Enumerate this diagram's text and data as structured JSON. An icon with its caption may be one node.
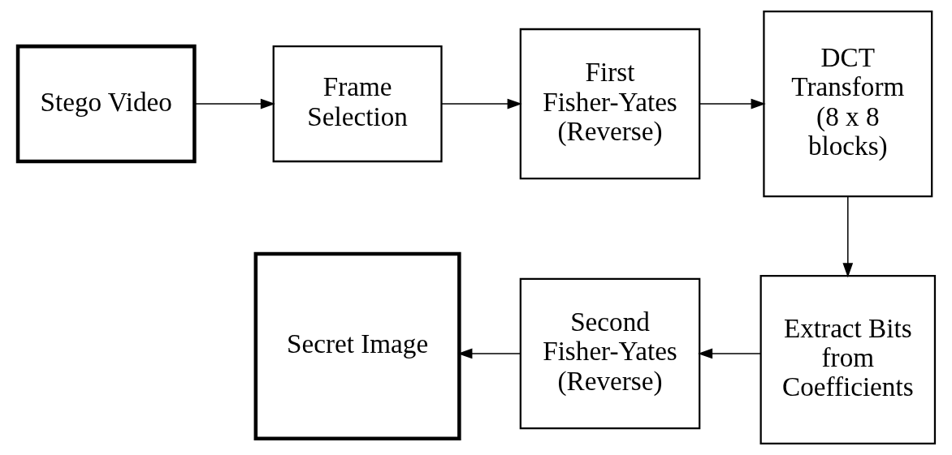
{
  "diagram": {
    "nodes": [
      {
        "text": [
          "Stego Video"
        ]
      },
      {
        "text": [
          "Frame Selection"
        ]
      },
      {
        "text": [
          "First Fisher-Yates (Reverse)"
        ]
      },
      {
        "text": [
          "DCT Transform (8 x 8 blocks)"
        ]
      },
      {
        "text": [
          "Extract Bits from Coefficients"
        ]
      },
      {
        "text": [
          "Second Fisher-Yates (Reverse)"
        ]
      },
      {
        "text": [
          "Secret Image"
        ]
      }
    ],
    "edges": [
      {
        "from": 0,
        "to": 1,
        "arrow": "to"
      },
      {
        "from": 1,
        "to": 2,
        "arrow": "to"
      },
      {
        "from": 2,
        "to": 3,
        "arrow": "to"
      },
      {
        "from": 3,
        "to": 4,
        "arrow": "to"
      },
      {
        "from": 4,
        "to": 5,
        "arrow": "to"
      },
      {
        "from": 5,
        "to": 6,
        "arrow": "to"
      }
    ]
  }
}
